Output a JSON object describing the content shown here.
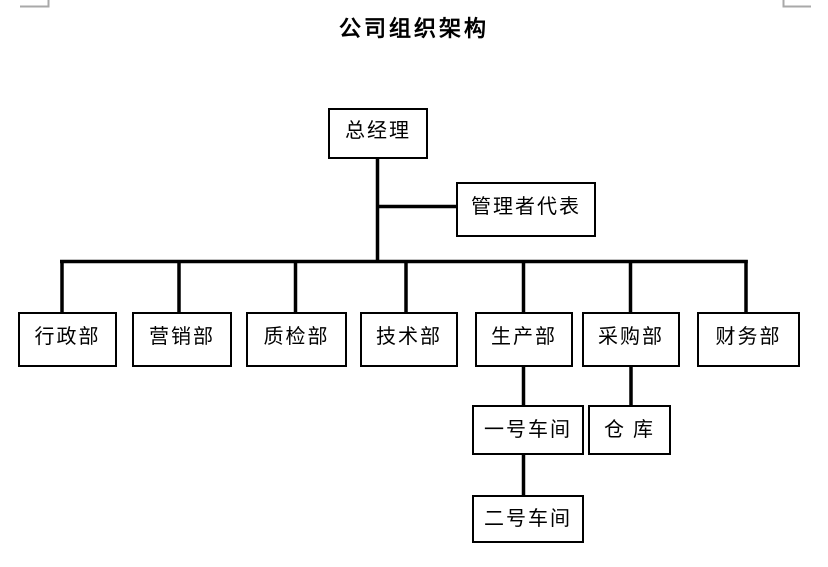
{
  "title": "公司组织架构",
  "colors": {
    "line": "#000000",
    "box_border": "#000000",
    "box_background": "#ffffff",
    "text": "#000000",
    "clipped_artifact_gray": "#a9a9a9"
  },
  "nodes": {
    "general_manager": {
      "label": "总经理"
    },
    "management_rep": {
      "label": "管理者代表"
    },
    "admin": {
      "label": "行政部"
    },
    "marketing": {
      "label": "营销部"
    },
    "quality": {
      "label": "质检部"
    },
    "technology": {
      "label": "技术部"
    },
    "production": {
      "label": "生产部"
    },
    "purchasing": {
      "label": "采购部"
    },
    "finance": {
      "label": "财务部"
    },
    "workshop1": {
      "label": "一号车间"
    },
    "warehouse": {
      "label": "仓 库"
    },
    "workshop2": {
      "label": "二号车间"
    }
  },
  "edges": [
    {
      "from": "总经理",
      "to": "管理者代表"
    },
    {
      "from": "总经理",
      "to": "行政部"
    },
    {
      "from": "总经理",
      "to": "营销部"
    },
    {
      "from": "总经理",
      "to": "质检部"
    },
    {
      "from": "总经理",
      "to": "技术部"
    },
    {
      "from": "总经理",
      "to": "生产部"
    },
    {
      "from": "总经理",
      "to": "采购部"
    },
    {
      "from": "总经理",
      "to": "财务部"
    },
    {
      "from": "生产部",
      "to": "一号车间"
    },
    {
      "from": "一号车间",
      "to": "二号车间"
    },
    {
      "from": "采购部",
      "to": "仓 库"
    }
  ]
}
